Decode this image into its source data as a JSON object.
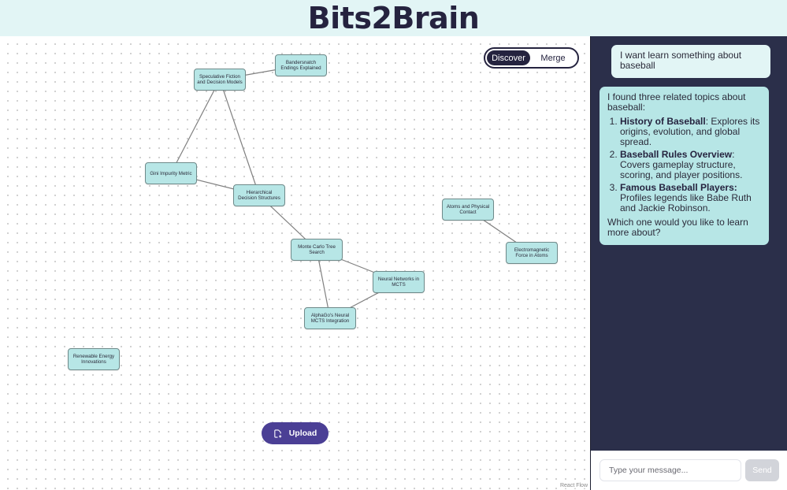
{
  "header": {
    "title": "Bits2Brain"
  },
  "toggle": {
    "options": [
      "Discover",
      "Merge"
    ],
    "active": "Discover"
  },
  "graph": {
    "nodes": [
      {
        "id": "speculative",
        "label": "Speculative Fiction and Decision Models"
      },
      {
        "id": "bandersnatch",
        "label": "Bandersnatch Endings Explained"
      },
      {
        "id": "gini",
        "label": "Gini Impurity Metric"
      },
      {
        "id": "hierarchical",
        "label": "Hierarchical Decision Structures"
      },
      {
        "id": "mcts",
        "label": "Monte Carlo Tree Search"
      },
      {
        "id": "neural",
        "label": "Neural Networks in MCTS"
      },
      {
        "id": "alphago",
        "label": "AlphaGo's Neural MCTS Integration"
      },
      {
        "id": "atoms",
        "label": "Atoms and Physical Contact"
      },
      {
        "id": "em",
        "label": "Electromagnetic Force in Atoms"
      },
      {
        "id": "renewable",
        "label": "Renewable Energy Innovations"
      }
    ],
    "edges": [
      [
        "speculative",
        "bandersnatch"
      ],
      [
        "speculative",
        "gini"
      ],
      [
        "speculative",
        "hierarchical"
      ],
      [
        "gini",
        "hierarchical"
      ],
      [
        "hierarchical",
        "mcts"
      ],
      [
        "mcts",
        "neural"
      ],
      [
        "mcts",
        "alphago"
      ],
      [
        "neural",
        "alphago"
      ],
      [
        "atoms",
        "em"
      ]
    ],
    "attribution": "React Flow"
  },
  "upload": {
    "label": "Upload"
  },
  "chat": {
    "user_message": "I want learn something about baseball",
    "bot_message": {
      "intro": "I found three related topics about baseball:",
      "items": [
        {
          "title": "History of Baseball",
          "desc": ": Explores its origins, evolution, and global spread."
        },
        {
          "title": "Baseball Rules Overview",
          "desc": ": Covers gameplay structure, scoring, and player positions."
        },
        {
          "title": "Famous Baseball Players:",
          "desc": " Profiles legends like Babe Ruth and Jackie Robinson."
        }
      ],
      "outro": "Which one would you like to learn more about?"
    },
    "input_placeholder": "Type your message...",
    "input_value": "",
    "send_label": "Send"
  }
}
